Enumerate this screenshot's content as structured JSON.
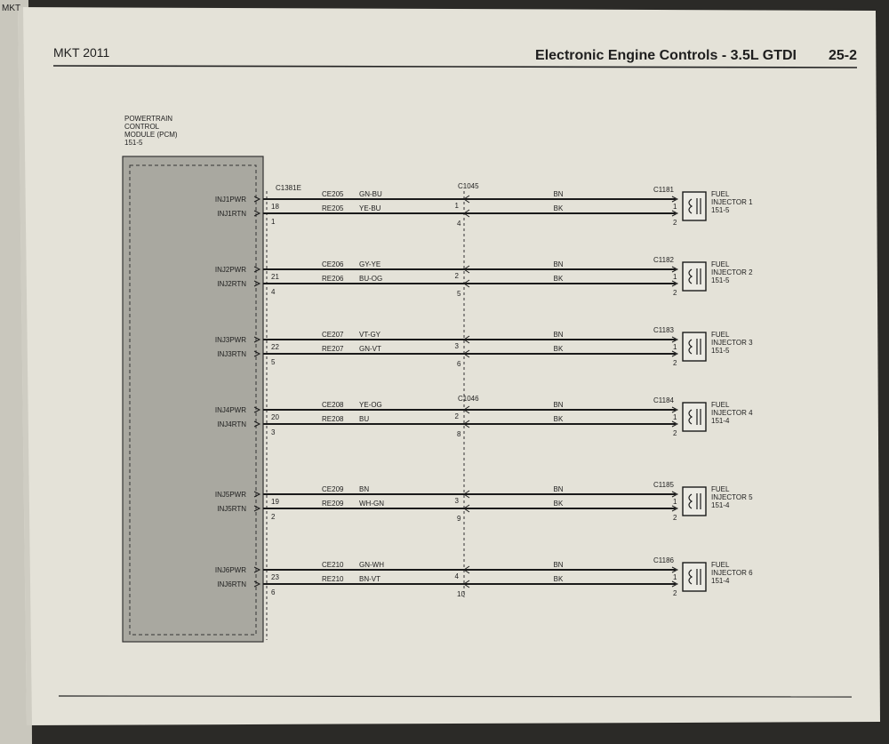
{
  "header": {
    "model": "MKT 2011",
    "title": "Electronic Engine Controls - 3.5L GTDI",
    "page": "25-2",
    "edge_text": "MKT"
  },
  "pcm": {
    "label": [
      "POWERTRAIN",
      "CONTROL",
      "MODULE (PCM)",
      "151-5"
    ],
    "connector": "C1381E"
  },
  "connectors_mid": [
    "C1045",
    "C1046"
  ],
  "injectors": [
    {
      "pwr": "INJ1PWR",
      "rtn": "INJ1RTN",
      "pin_pwr": "",
      "pin_rtn": "1",
      "pcm_pwr_pin": "18",
      "pcm_rtn_pin": "1",
      "ckt_pwr": "CE205",
      "ckt_rtn": "RE205",
      "col_pwr": "GN-BU",
      "col_rtn": "YE-BU",
      "mid_pwr": "1",
      "mid_rtn": "4",
      "inj_col_pwr": "BN",
      "inj_col_rtn": "BK",
      "inj_conn": "C1181",
      "inj_pin1": "1",
      "inj_pin2": "2",
      "name": [
        "FUEL",
        "INJECTOR 1",
        "151-5"
      ]
    },
    {
      "pwr": "INJ2PWR",
      "rtn": "INJ2RTN",
      "pcm_pwr_pin": "21",
      "pcm_rtn_pin": "4",
      "ckt_pwr": "CE206",
      "ckt_rtn": "RE206",
      "col_pwr": "GY-YE",
      "col_rtn": "BU-OG",
      "mid_pwr": "2",
      "mid_rtn": "5",
      "inj_col_pwr": "BN",
      "inj_col_rtn": "BK",
      "inj_conn": "C1182",
      "inj_pin1": "1",
      "inj_pin2": "2",
      "name": [
        "FUEL",
        "INJECTOR 2",
        "151-5"
      ]
    },
    {
      "pwr": "INJ3PWR",
      "rtn": "INJ3RTN",
      "pcm_pwr_pin": "22",
      "pcm_rtn_pin": "5",
      "ckt_pwr": "CE207",
      "ckt_rtn": "RE207",
      "col_pwr": "VT-GY",
      "col_rtn": "GN-VT",
      "mid_pwr": "3",
      "mid_rtn": "6",
      "inj_col_pwr": "BN",
      "inj_col_rtn": "BK",
      "inj_conn": "C1183",
      "inj_pin1": "1",
      "inj_pin2": "2",
      "name": [
        "FUEL",
        "INJECTOR 3",
        "151-5"
      ]
    },
    {
      "pwr": "INJ4PWR",
      "rtn": "INJ4RTN",
      "pcm_pwr_pin": "20",
      "pcm_rtn_pin": "3",
      "ckt_pwr": "CE208",
      "ckt_rtn": "RE208",
      "col_pwr": "YE-OG",
      "col_rtn": "BU",
      "mid_pwr": "2",
      "mid_rtn": "8",
      "inj_col_pwr": "BN",
      "inj_col_rtn": "BK",
      "inj_conn": "C1184",
      "inj_pin1": "1",
      "inj_pin2": "2",
      "name": [
        "FUEL",
        "INJECTOR 4",
        "151-4"
      ]
    },
    {
      "pwr": "INJ5PWR",
      "rtn": "INJ5RTN",
      "pcm_pwr_pin": "19",
      "pcm_rtn_pin": "2",
      "ckt_pwr": "CE209",
      "ckt_rtn": "RE209",
      "col_pwr": "BN",
      "col_rtn": "WH-GN",
      "mid_pwr": "3",
      "mid_rtn": "9",
      "inj_col_pwr": "BN",
      "inj_col_rtn": "BK",
      "inj_conn": "C1185",
      "inj_pin1": "1",
      "inj_pin2": "2",
      "name": [
        "FUEL",
        "INJECTOR 5",
        "151-4"
      ]
    },
    {
      "pwr": "INJ6PWR",
      "rtn": "INJ6RTN",
      "pcm_pwr_pin": "23",
      "pcm_rtn_pin": "6",
      "ckt_pwr": "CE210",
      "ckt_rtn": "RE210",
      "col_pwr": "GN-WH",
      "col_rtn": "BN-VT",
      "mid_pwr": "4",
      "mid_rtn": "10",
      "inj_col_pwr": "BN",
      "inj_col_rtn": "BK",
      "inj_conn": "C1186",
      "inj_pin1": "1",
      "inj_pin2": "2",
      "name": [
        "FUEL",
        "INJECTOR 6",
        "151-4"
      ]
    }
  ]
}
